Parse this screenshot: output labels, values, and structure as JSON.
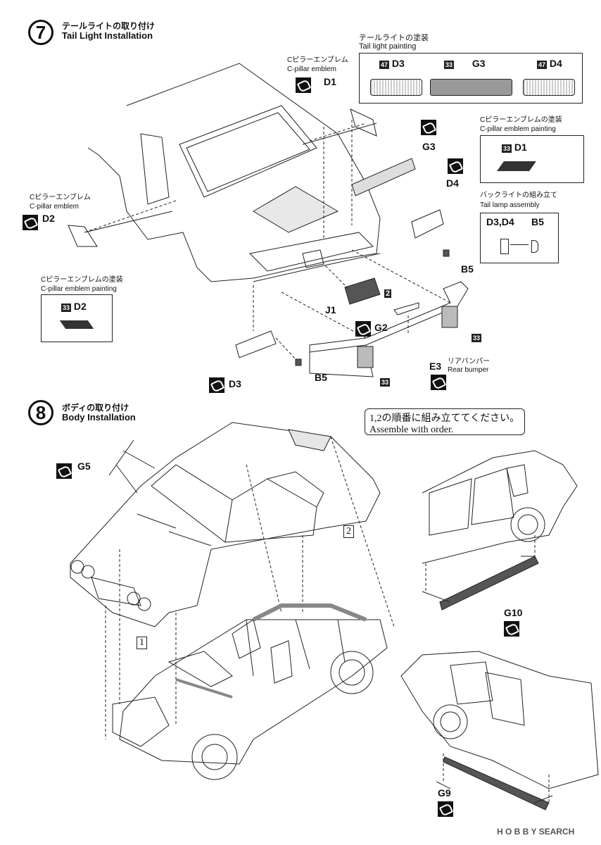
{
  "step7": {
    "number": "7",
    "title_jp": "テールライトの取り付け",
    "title_en": "Tail Light Installation",
    "tail_painting": {
      "title_jp": "テールライトの塗装",
      "title_en": "Tail light painting",
      "items": [
        {
          "paint": "47",
          "part": "D3"
        },
        {
          "paint": "33",
          "part": "G3"
        },
        {
          "paint": "47",
          "part": "D4"
        }
      ]
    },
    "cpillar_top": {
      "jp": "Cピラーエンブレム",
      "en": "C-pillar emblem",
      "part": "D1"
    },
    "cpillar_left": {
      "jp": "Cピラーエンブレム",
      "en": "C-pillar emblem",
      "part": "D2"
    },
    "cpillar_paint_right": {
      "jp": "Cピラーエンブレムの塗装",
      "en": "C-pillar emblem painting",
      "paint": "33",
      "part": "D1"
    },
    "cpillar_paint_left": {
      "jp": "Cピラーエンブレムの塗装",
      "en": "C-pillar emblem painting",
      "paint": "33",
      "part": "D2"
    },
    "tail_lamp_assy": {
      "jp": "バックライトの組み立て",
      "en": "Tail lamp assembly",
      "left": "D3,D4",
      "right": "B5"
    },
    "parts": {
      "g3": "G3",
      "d4": "D4",
      "b5a": "B5",
      "j1": "J1",
      "p2": "2",
      "g2": "G2",
      "e3": "E3",
      "d3": "D3",
      "b5b": "B5",
      "p33a": "33",
      "p33b": "33"
    },
    "rear_bumper": {
      "jp": "リアバンパー",
      "en": "Rear bumper"
    }
  },
  "step8": {
    "number": "8",
    "title_jp": "ボディの取り付け",
    "title_en": "Body Installation",
    "note_jp": "1,2の順番に組み立ててください。",
    "note_en": "Assemble with order.",
    "parts": {
      "g5": "G5",
      "g10": "G10",
      "g9": "G9",
      "n1": "1",
      "n2": "2"
    }
  },
  "watermark": "H O B B Y  SEARCH"
}
